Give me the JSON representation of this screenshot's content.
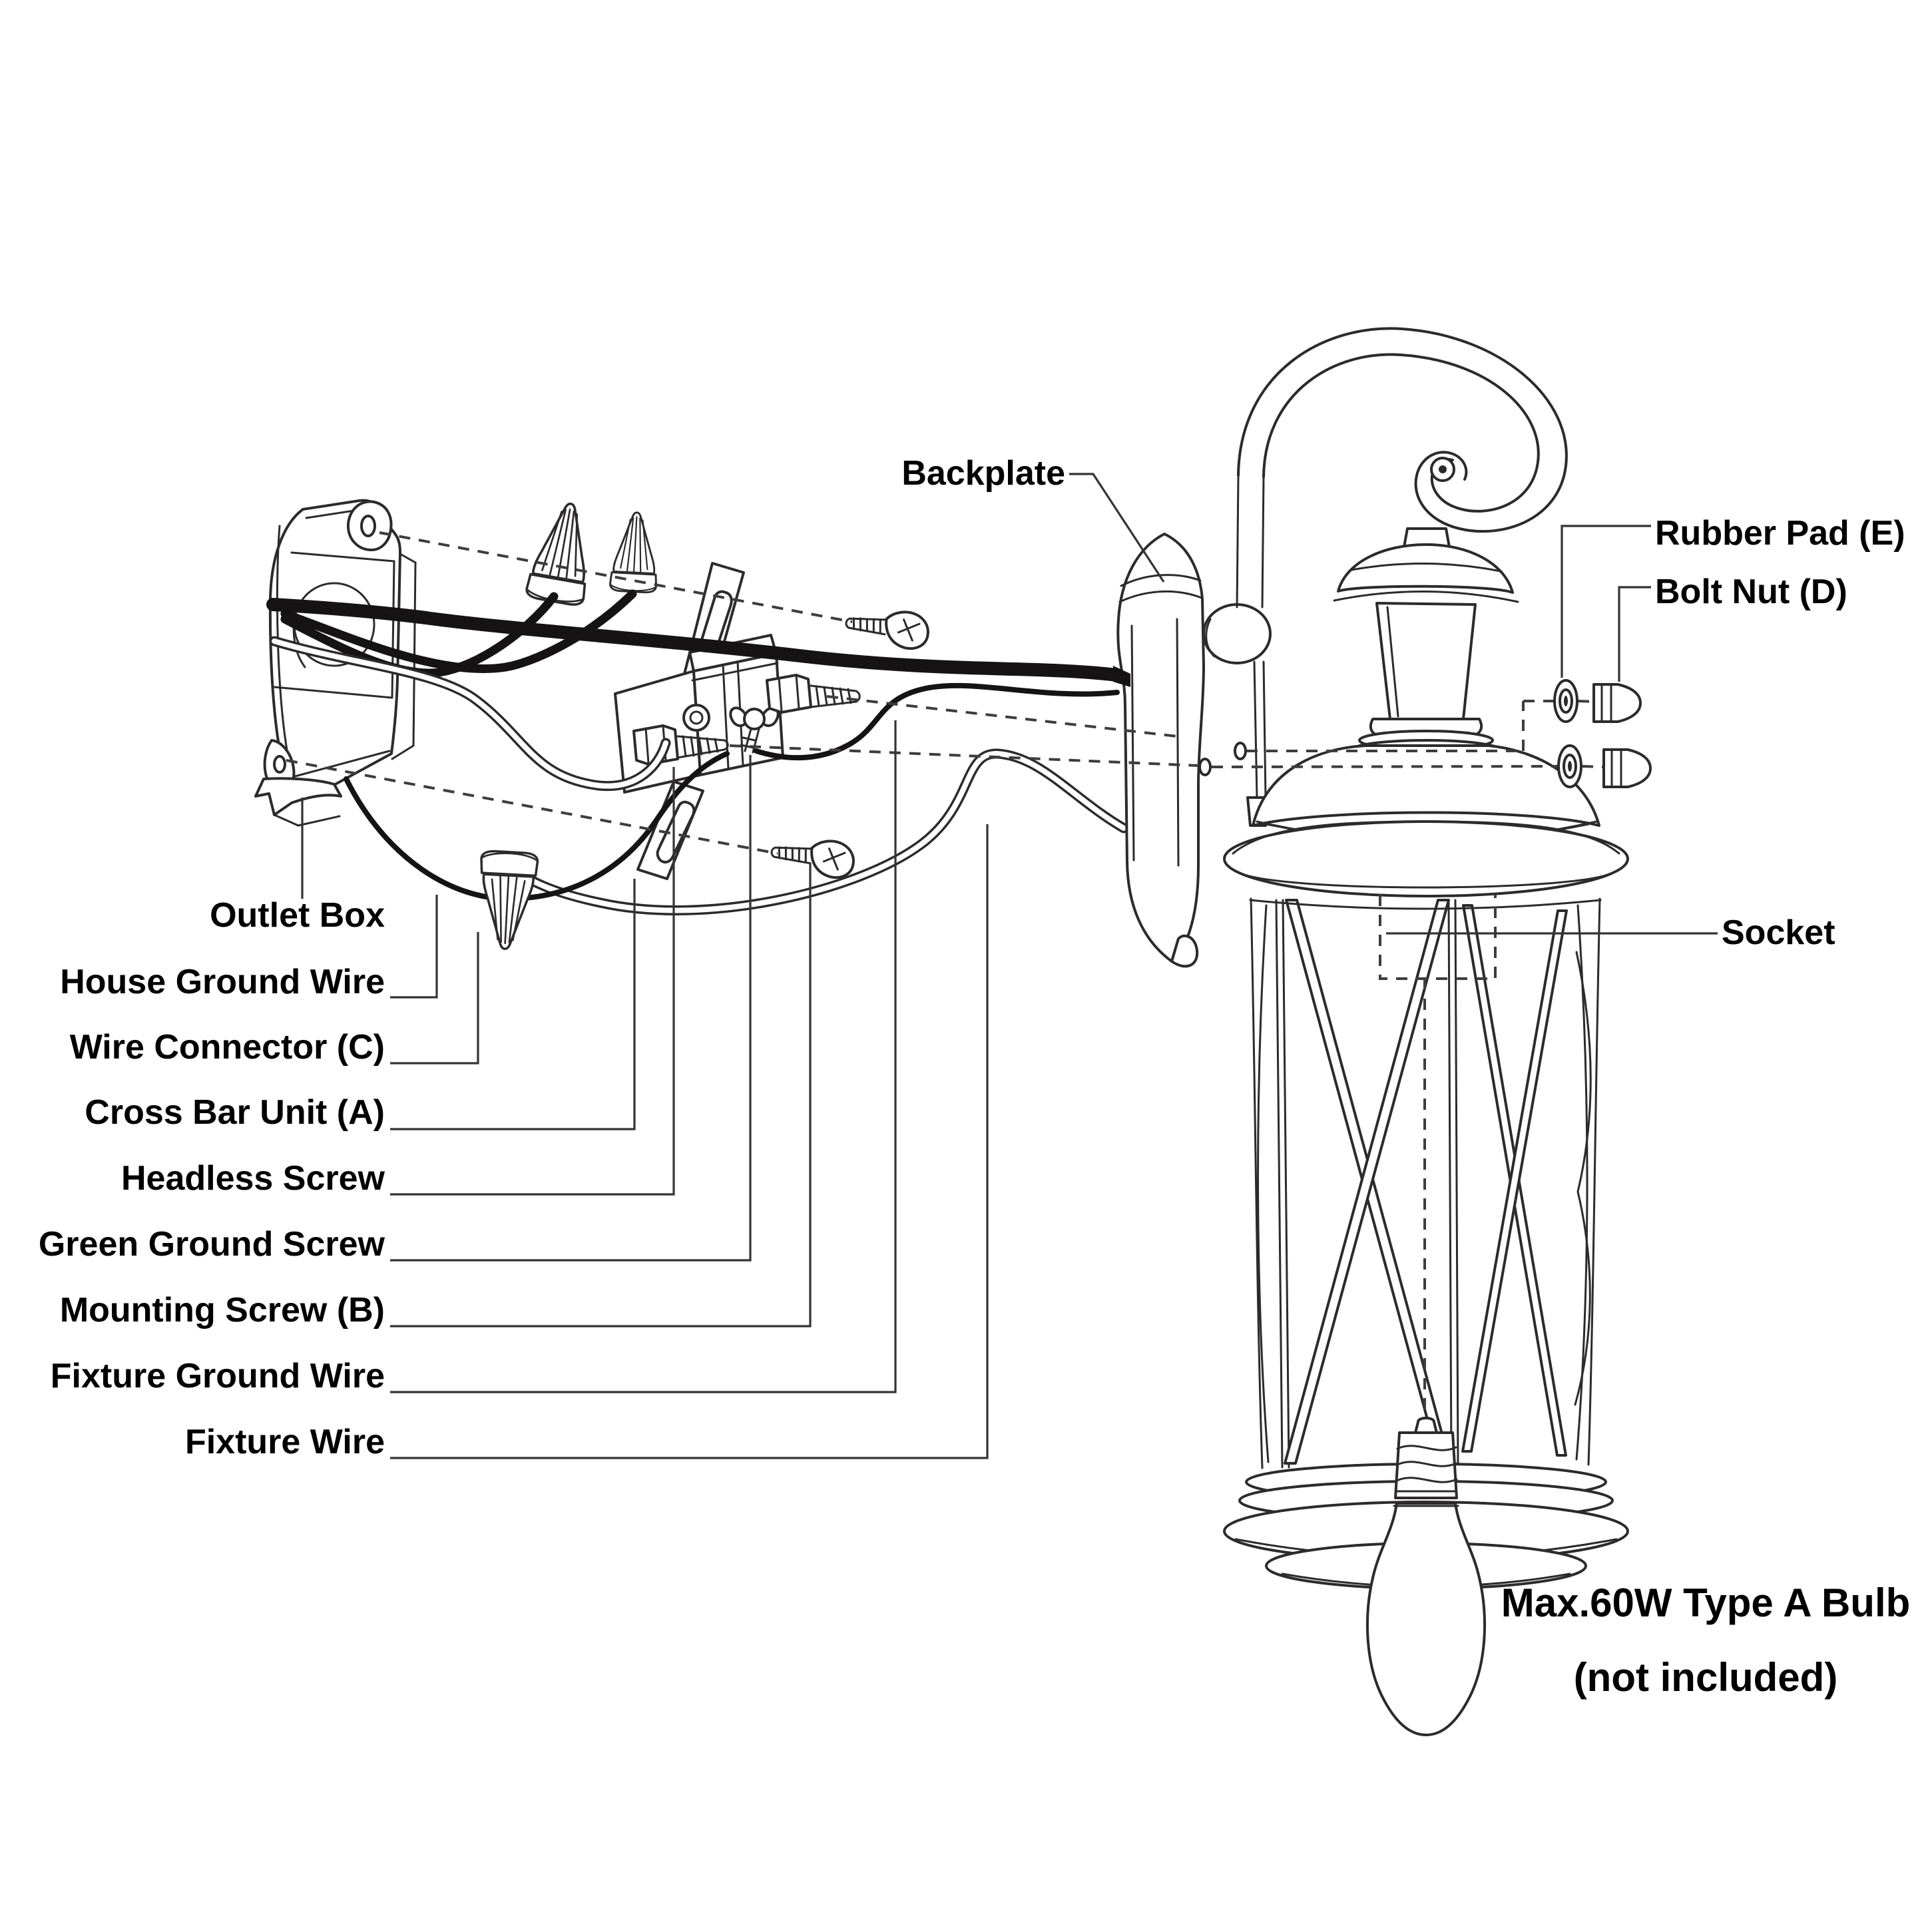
{
  "diagram": {
    "type": "exploded-installation-diagram",
    "subject": "outdoor-wall-lantern-mounting",
    "colors": {
      "line": "#2d2a2b",
      "label": "#000000",
      "background": "#ffffff",
      "wire": "#161314"
    },
    "labels": {
      "backplate": "Backplate",
      "rubber_pad": "Rubber Pad (E)",
      "bolt_nut": "Bolt Nut (D)",
      "socket": "Socket",
      "outlet_box": "Outlet Box",
      "house_ground_wire": "House Ground Wire",
      "wire_connector": "Wire Connector (C)",
      "cross_bar_unit": "Cross Bar Unit (A)",
      "headless_screw": "Headless Screw",
      "green_ground_screw": "Green Ground Screw",
      "mounting_screw": "Mounting Screw (B)",
      "fixture_ground_wire": "Fixture Ground Wire",
      "fixture_wire": "Fixture Wire",
      "bulb_note_line1": "Max.60W Type A Bulb",
      "bulb_note_line2": "(not included)"
    }
  }
}
